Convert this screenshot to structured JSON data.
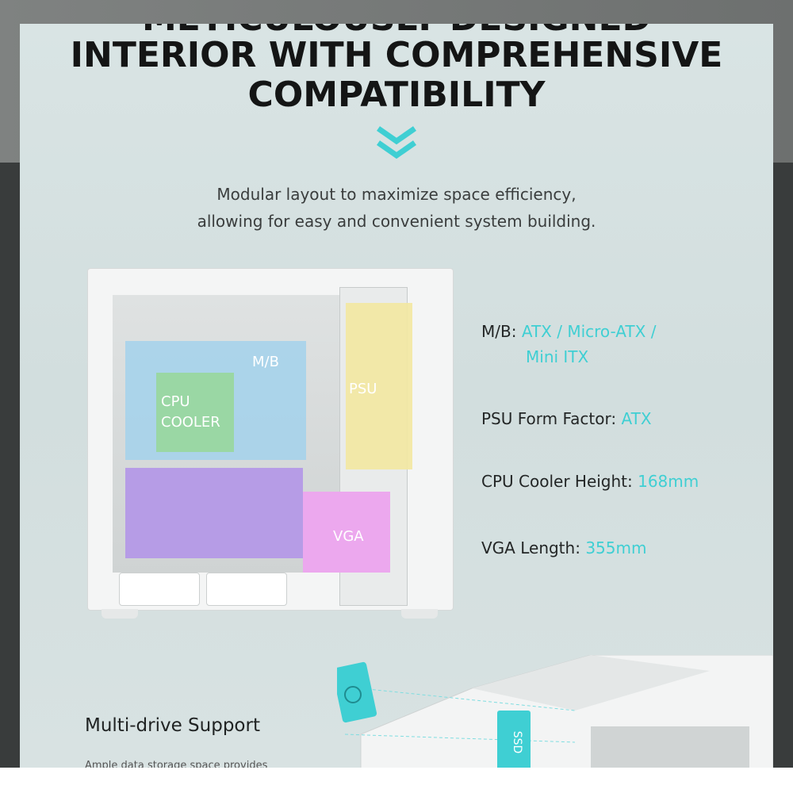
{
  "heading": {
    "line0_partial": "METICULOUSLY DESIGNED",
    "line1": "INTERIOR WITH COMPREHENSIVE",
    "line2": "COMPATIBILITY"
  },
  "intro": {
    "line1": "Modular layout to maximize space efficiency,",
    "line2": "allowing for easy and convenient system building."
  },
  "zones": {
    "mb": "M/B",
    "cpu_line1": "CPU",
    "cpu_line2": "COOLER",
    "psu": "PSU",
    "vga": "VGA",
    "ssd": "SSD"
  },
  "specs": [
    {
      "label": "M/B: ",
      "value": "ATX / Micro-ATX /",
      "value2": "Mini ITX"
    },
    {
      "label": "PSU Form Factor: ",
      "value": "ATX"
    },
    {
      "label": "CPU Cooler Height: ",
      "value": "168mm"
    },
    {
      "label": "VGA Length: ",
      "value": "355mm"
    }
  ],
  "multi_drive": {
    "title": "Multi-drive Support",
    "subtitle": "Ample data storage space provides"
  },
  "colors": {
    "accent": "#3fcfd3",
    "mb_zone": "#a7d3ea",
    "cpu_zone": "#9ad7a4",
    "psu_zone": "#f2e7a2",
    "vga_zone": "#b69ce6",
    "vga_zone2": "#eca8ee"
  },
  "icons": {
    "chevron": "double-chevron-down-icon"
  }
}
